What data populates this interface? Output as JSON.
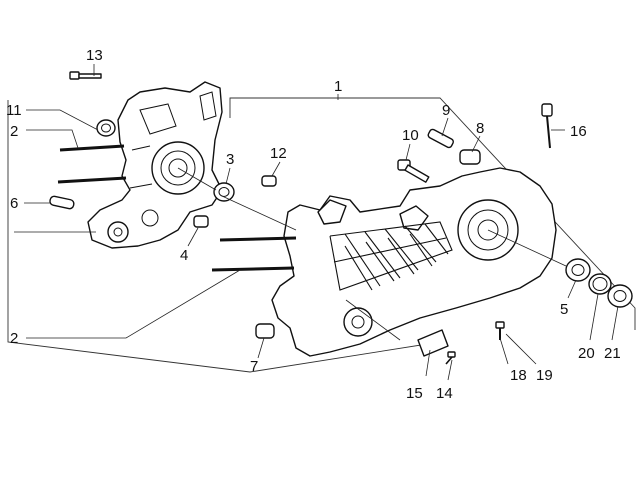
{
  "diagram": {
    "callouts": [
      {
        "id": "c1",
        "label": "1"
      },
      {
        "id": "c2a",
        "label": "2"
      },
      {
        "id": "c2b",
        "label": "2"
      },
      {
        "id": "c3",
        "label": "3"
      },
      {
        "id": "c4",
        "label": "4"
      },
      {
        "id": "c5",
        "label": "5"
      },
      {
        "id": "c6",
        "label": "6"
      },
      {
        "id": "c7",
        "label": "7"
      },
      {
        "id": "c8",
        "label": "8"
      },
      {
        "id": "c9",
        "label": "9"
      },
      {
        "id": "c10",
        "label": "10"
      },
      {
        "id": "c11",
        "label": "11"
      },
      {
        "id": "c12",
        "label": "12"
      },
      {
        "id": "c13",
        "label": "13"
      },
      {
        "id": "c14",
        "label": "14"
      },
      {
        "id": "c15",
        "label": "15"
      },
      {
        "id": "c16",
        "label": "16"
      },
      {
        "id": "c18",
        "label": "18"
      },
      {
        "id": "c19",
        "label": "19"
      },
      {
        "id": "c20",
        "label": "20"
      },
      {
        "id": "c21",
        "label": "21"
      }
    ]
  }
}
